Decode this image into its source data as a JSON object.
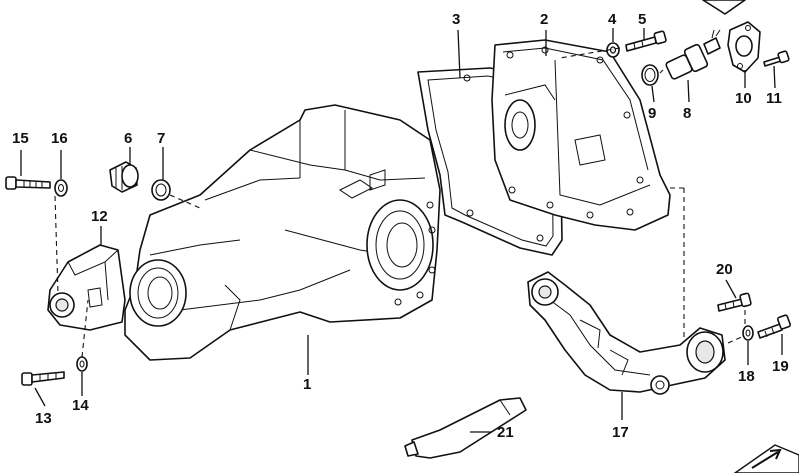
{
  "diagram": {
    "parts": [
      {
        "label": "1",
        "name": "rear axle differential housing"
      },
      {
        "label": "2",
        "name": "differential cover"
      },
      {
        "label": "3",
        "name": "cover gasket"
      },
      {
        "label": "4",
        "name": "washer"
      },
      {
        "label": "5",
        "name": "bolt"
      },
      {
        "label": "6",
        "name": "drain/fill plug"
      },
      {
        "label": "7",
        "name": "sealing ring"
      },
      {
        "label": "8",
        "name": "sensor"
      },
      {
        "label": "9",
        "name": "o-ring"
      },
      {
        "label": "10",
        "name": "sensor mounting plate"
      },
      {
        "label": "11",
        "name": "screw"
      },
      {
        "label": "12",
        "name": "mounting bracket"
      },
      {
        "label": "13",
        "name": "bolt"
      },
      {
        "label": "14",
        "name": "washer"
      },
      {
        "label": "15",
        "name": "bolt"
      },
      {
        "label": "16",
        "name": "washer"
      },
      {
        "label": "17",
        "name": "rear differential support arm"
      },
      {
        "label": "18",
        "name": "washer"
      },
      {
        "label": "19",
        "name": "bolt"
      },
      {
        "label": "20",
        "name": "bolt"
      },
      {
        "label": "21",
        "name": "sealant tube"
      }
    ]
  },
  "corner_icon": "arrow-icon",
  "colors": {
    "line": "#111111",
    "background": "#ffffff",
    "fill": "#e8e8e8"
  }
}
